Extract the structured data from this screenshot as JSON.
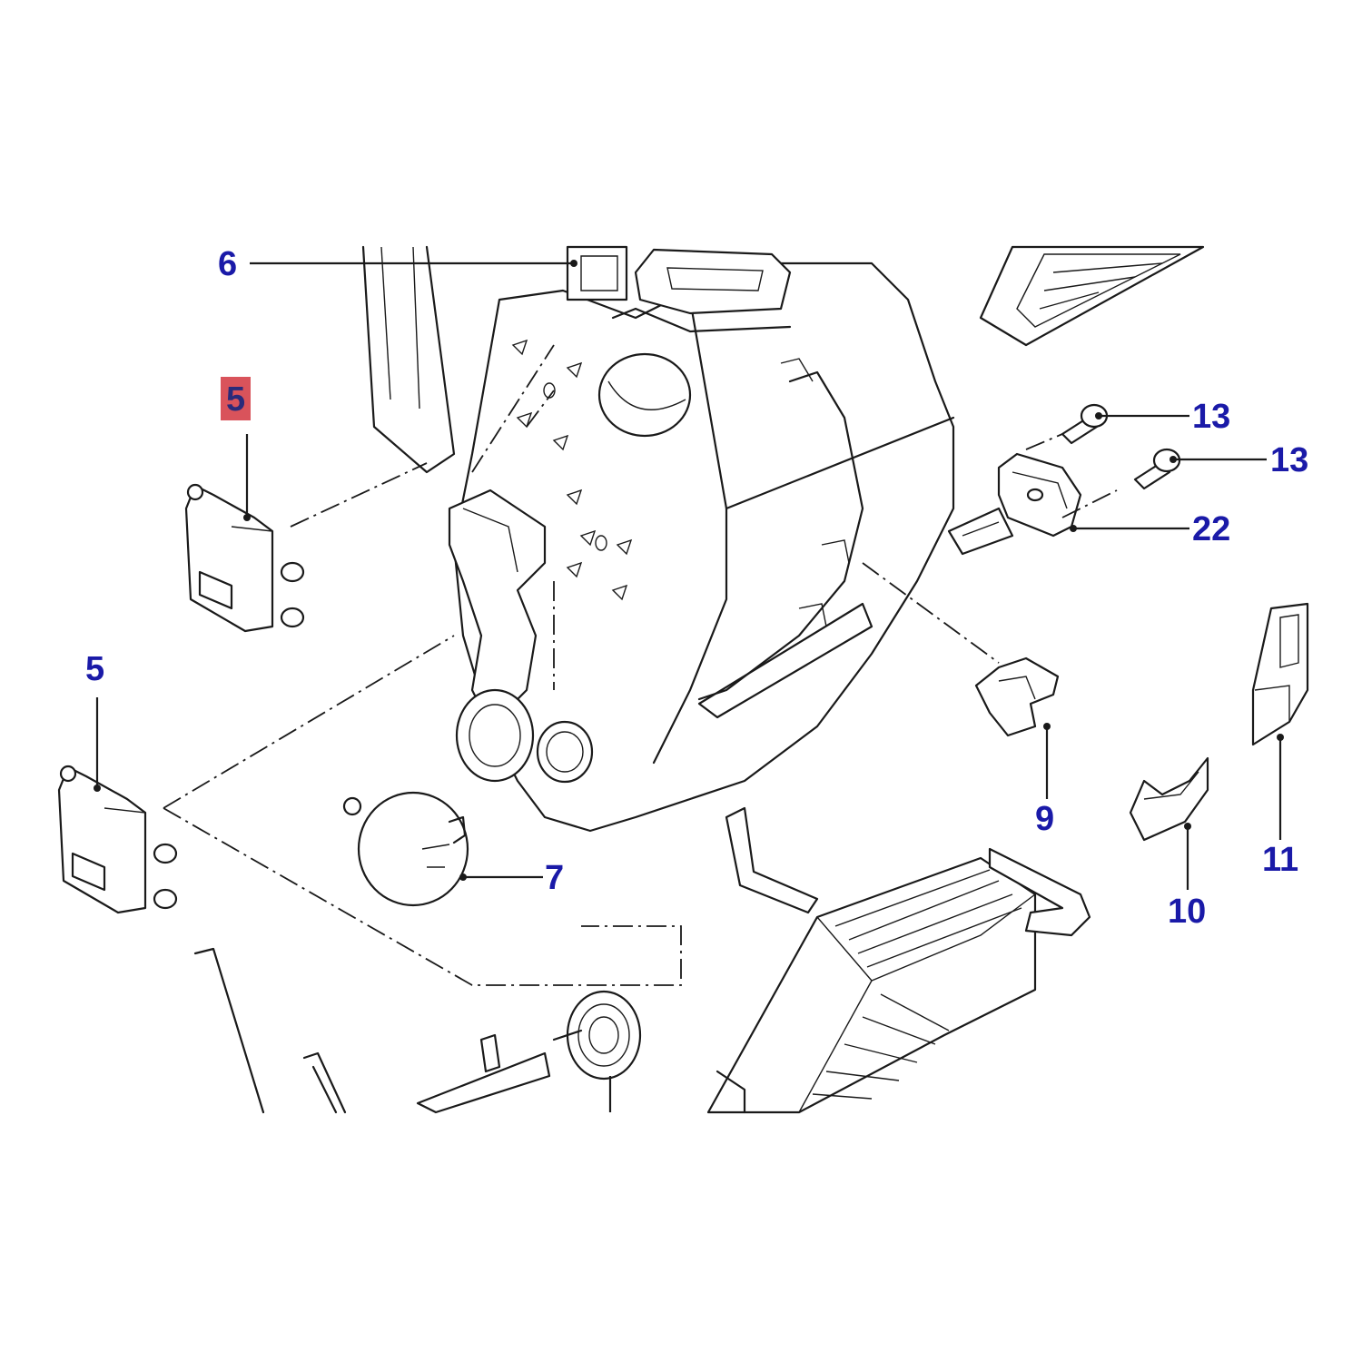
{
  "colors": {
    "callout_text": "#1a1aa8",
    "highlight_fill": "#d9535b",
    "line": "#1a1a1a",
    "background": "#ffffff"
  },
  "callouts": [
    {
      "id": "c6",
      "label": "6"
    },
    {
      "id": "c5hl",
      "label": "5",
      "highlighted": true
    },
    {
      "id": "c5",
      "label": "5"
    },
    {
      "id": "c13a",
      "label": "13"
    },
    {
      "id": "c13b",
      "label": "13"
    },
    {
      "id": "c22",
      "label": "22"
    },
    {
      "id": "c9",
      "label": "9"
    },
    {
      "id": "c7",
      "label": "7"
    },
    {
      "id": "c10",
      "label": "10"
    },
    {
      "id": "c11",
      "label": "11"
    }
  ]
}
